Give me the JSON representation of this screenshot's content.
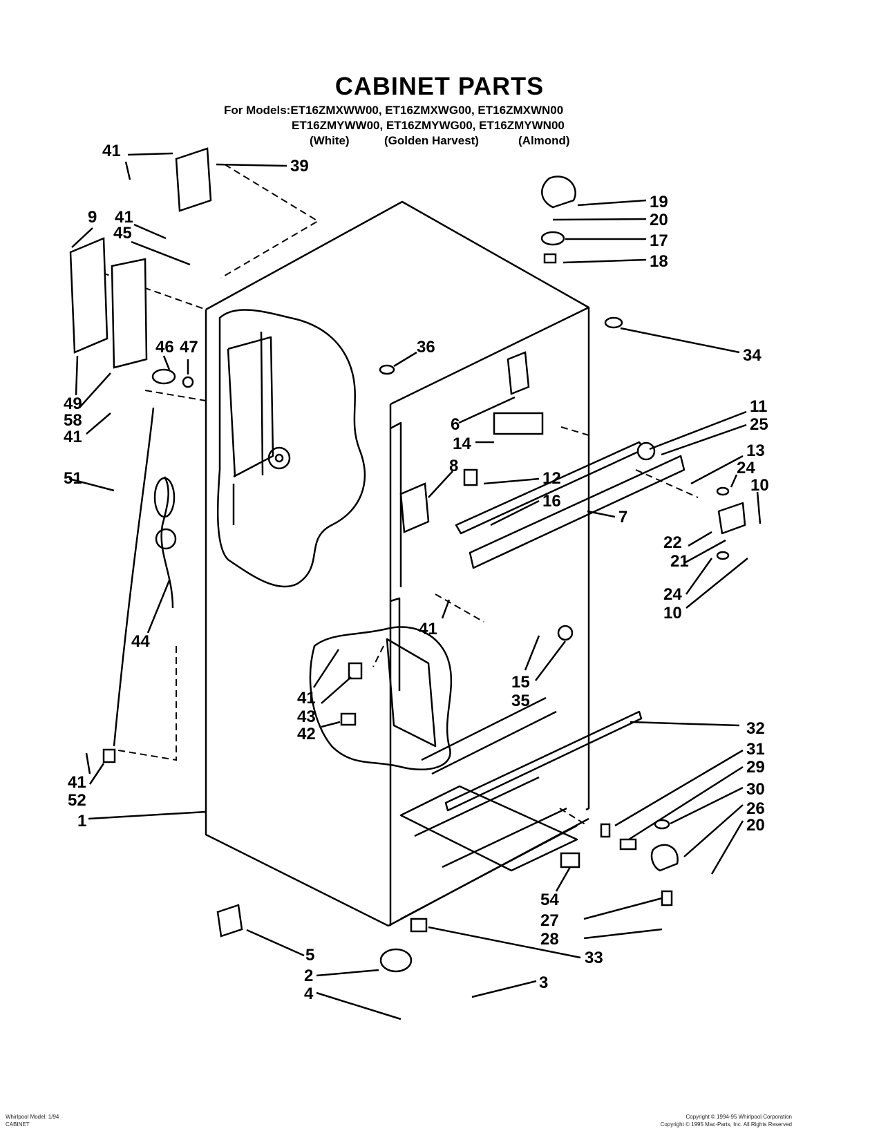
{
  "header": {
    "title": "CABINET PARTS",
    "models_line1": "For Models:ET16ZMXWW00, ET16ZMXWG00, ET16ZMXWN00",
    "models_line2": "ET16ZMYWW00, ET16ZMYWG00, ET16ZMYWN00",
    "colors": [
      "(White)",
      "(Golden Harvest)",
      "(Almond)"
    ]
  },
  "callouts": {
    "c41a": "41",
    "c39": "39",
    "c9": "9",
    "c41b": "41",
    "c45": "45",
    "c19": "19",
    "c20a": "20",
    "c17": "17",
    "c18": "18",
    "c34": "34",
    "c46": "46",
    "c47": "47",
    "c36": "36",
    "c49": "49",
    "c58": "58",
    "c41c": "41",
    "c11": "11",
    "c25": "25",
    "c6": "6",
    "c13": "13",
    "c51": "51",
    "c14": "14",
    "c24a": "24",
    "c8": "8",
    "c12": "12",
    "c10a": "10",
    "c16": "16",
    "c7": "7",
    "c22": "22",
    "c21": "21",
    "c24b": "24",
    "c10b": "10",
    "c41d": "41",
    "c44": "44",
    "c15": "15",
    "c35": "35",
    "c41e": "41",
    "c43": "43",
    "c42": "42",
    "c32": "32",
    "c31": "31",
    "c29": "29",
    "c41f": "41",
    "c52": "52",
    "c30": "30",
    "c1": "1",
    "c26": "26",
    "c20b": "20",
    "c54": "54",
    "c27": "27",
    "c28": "28",
    "c5": "5",
    "c33": "33",
    "c2": "2",
    "c3": "3",
    "c4": "4"
  },
  "footer": {
    "left_line1": "Whirlpool Model: 1/94",
    "left_line2": "CABINET",
    "right_line1": "Copyright © 1994-95 Whirlpool Corporation",
    "right_line2": "Copyright © 1995 Mac-Parts, Inc. All Rights Reserved"
  }
}
